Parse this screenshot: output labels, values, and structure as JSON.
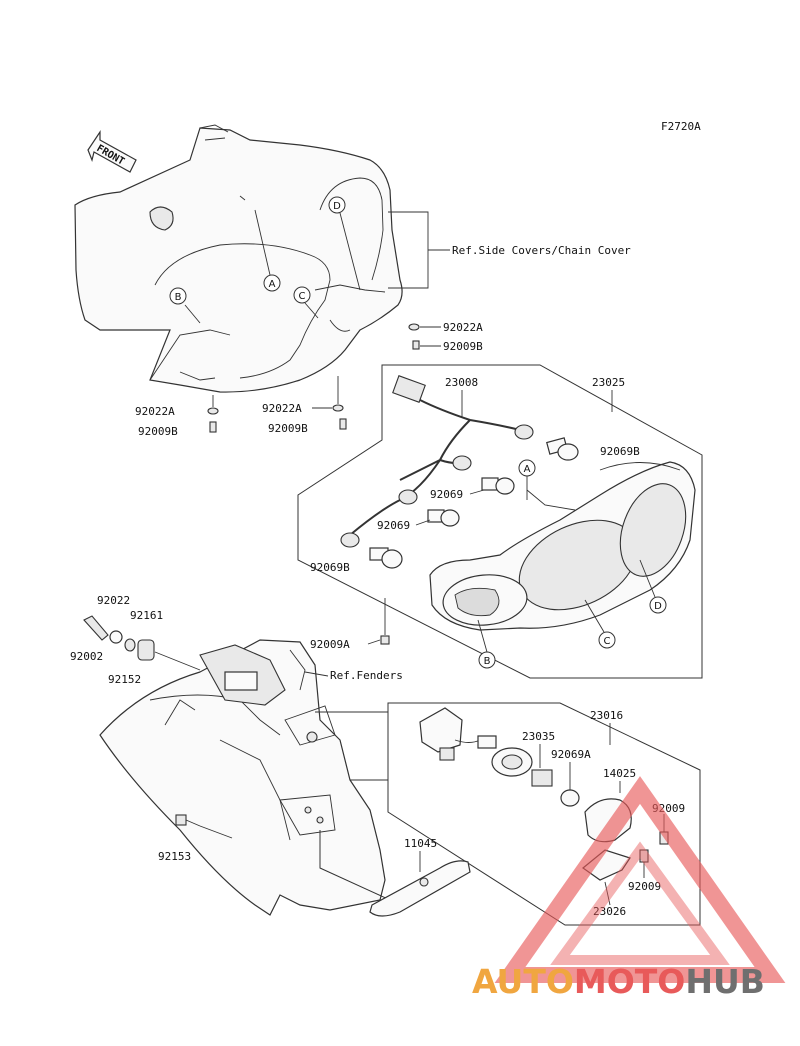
{
  "figure_code": "F2720A",
  "front_arrow_label": "FRONT",
  "refs": {
    "side_covers": "Ref.Side Covers/Chain Cover",
    "fenders": "Ref.Fenders"
  },
  "callouts": [
    "A",
    "B",
    "C",
    "D"
  ],
  "parts": {
    "p92022A_r": "92022A",
    "p92009B_r": "92009B",
    "p92022A_l": "92022A",
    "p92009B_l": "92009B",
    "p92022A_m": "92022A",
    "p92009B_m": "92009B",
    "p23008": "23008",
    "p23025": "23025",
    "p92069B_a": "92069B",
    "p92069_a": "92069",
    "p92069_b": "92069",
    "p92069B_b": "92069B",
    "p92009A": "92009A",
    "p92022": "92022",
    "p92161": "92161",
    "p92002": "92002",
    "p92152": "92152",
    "p23016": "23016",
    "p23035": "23035",
    "p92069A": "92069A",
    "p14025": "14025",
    "p92009_a": "92009",
    "p92009_b": "92009",
    "p23026": "23026",
    "p11045": "11045",
    "p92153": "92153"
  },
  "watermark": {
    "brand_part1": "AUTO",
    "brand_part2": "MOTO",
    "brand_part3": "HUB",
    "color_orange": "#f0a640",
    "color_red": "#e85a5a",
    "color_gray": "#6f6f6f"
  }
}
